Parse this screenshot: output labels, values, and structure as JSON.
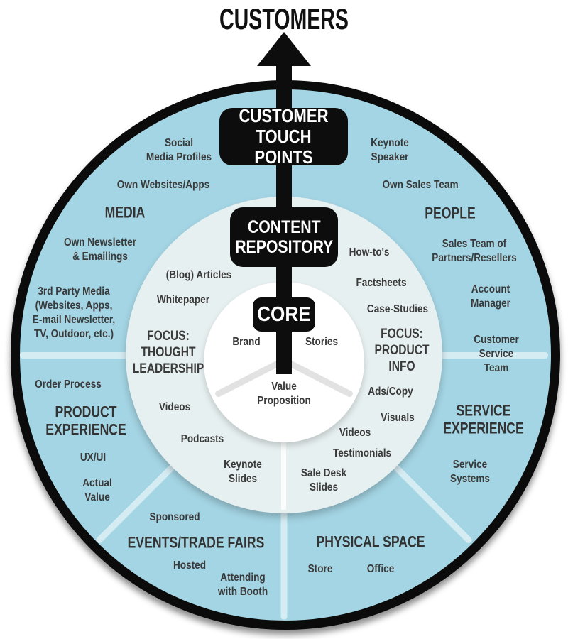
{
  "diagram": {
    "customers": "CUSTOMERS",
    "touch_points": "CUSTOMER\nTOUCH POINTS",
    "content_repository": "CONTENT\nREPOSITORY",
    "core_label": "CORE",
    "colors": {
      "outer_ring": "#a4d5e4",
      "middle_ring": "#e7f0f1",
      "core_circle": "#ffffff",
      "black": "#0d0d0d",
      "text": "#3a3a3a",
      "divider": "rgba(255,255,255,0.55)"
    }
  },
  "outer": {
    "media": {
      "header": "MEDIA",
      "social": "Social\nMedia Profiles",
      "websites": "Own Websites/Apps",
      "newsletter": "Own Newsletter\n& Emailings",
      "third_party": "3rd Party Media\n(Websites, Apps,\nE-mail Newsletter,\nTV, Outdoor, etc.)"
    },
    "people": {
      "header": "PEOPLE",
      "keynote_speaker": "Keynote\nSpeaker",
      "own_sales_team": "Own Sales Team",
      "partner_sales": "Sales Team of\nPartners/Resellers",
      "account_manager": "Account\nManager",
      "customer_service_team": "Customer\nService\nTeam"
    },
    "product_experience": {
      "header": "PRODUCT\nEXPERIENCE",
      "order_process": "Order Process",
      "ux_ui": "UX/UI",
      "actual_value": "Actual\nValue"
    },
    "service_experience": {
      "header": "SERVICE\nEXPERIENCE",
      "service_systems": "Service\nSystems"
    },
    "events": {
      "header": "EVENTS/TRADE FAIRS",
      "sponsored": "Sponsored",
      "hosted": "Hosted",
      "attending": "Attending\nwith Booth"
    },
    "physical_space": {
      "header": "PHYSICAL SPACE",
      "store": "Store",
      "office": "Office"
    }
  },
  "repository": {
    "thought_leadership": {
      "focus": "FOCUS:\nTHOUGHT\nLEADERSHIP",
      "blog_articles": "(Blog) Articles",
      "whitepaper": "Whitepaper",
      "videos": "Videos",
      "podcasts": "Podcasts",
      "keynote_slides": "Keynote\nSlides"
    },
    "product_info": {
      "focus": "FOCUS:\nPRODUCT\nINFO",
      "how_tos": "How-to's",
      "factsheets": "Factsheets",
      "case_studies": "Case-Studies",
      "ads_copy": "Ads/Copy",
      "visuals": "Visuals",
      "videos": "Videos",
      "testimonials": "Testimonials",
      "sale_desk_slides": "Sale Desk\nSlides"
    }
  },
  "core": {
    "brand": "Brand",
    "stories": "Stories",
    "value_proposition": "Value\nProposition"
  }
}
